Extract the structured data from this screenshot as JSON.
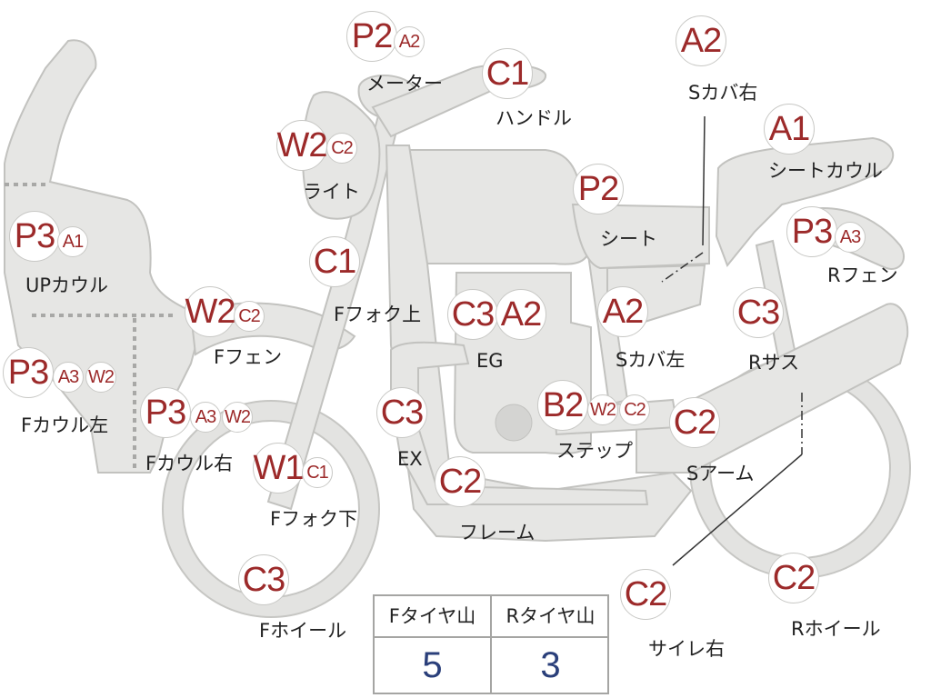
{
  "parts": [
    {
      "id": "meter",
      "label": "メーター",
      "grades": [
        "P2",
        "A2"
      ]
    },
    {
      "id": "handle",
      "label": "ハンドル",
      "grades": [
        "C1"
      ]
    },
    {
      "id": "s-cover-right",
      "label": "Sカバ右",
      "grades": [
        "A2"
      ]
    },
    {
      "id": "seat-cowl",
      "label": "シートカウル",
      "grades": [
        "A1"
      ]
    },
    {
      "id": "light",
      "label": "ライト",
      "grades": [
        "W2",
        "C2"
      ]
    },
    {
      "id": "seat",
      "label": "シート",
      "grades": [
        "P2"
      ]
    },
    {
      "id": "r-fender",
      "label": "Rフェン",
      "grades": [
        "P3",
        "A3"
      ]
    },
    {
      "id": "up-cowl",
      "label": "UPカウル",
      "grades": [
        "P3",
        "A1"
      ]
    },
    {
      "id": "f-fork-upper",
      "label": "Fフォク上",
      "grades": [
        "C1"
      ]
    },
    {
      "id": "f-fender",
      "label": "Fフェン",
      "grades": [
        "W2",
        "C2"
      ]
    },
    {
      "id": "engine",
      "label": "EG",
      "grades": [
        "C3",
        "A2"
      ]
    },
    {
      "id": "s-cover-left",
      "label": "Sカバ左",
      "grades": [
        "A2"
      ]
    },
    {
      "id": "r-suspension",
      "label": "Rサス",
      "grades": [
        "C3"
      ]
    },
    {
      "id": "f-cowl-left",
      "label": "Fカウル左",
      "grades": [
        "P3",
        "A3",
        "W2"
      ]
    },
    {
      "id": "f-cowl-right",
      "label": "Fカウル右",
      "grades": [
        "P3",
        "A3",
        "W2"
      ]
    },
    {
      "id": "exhaust",
      "label": "EX",
      "grades": [
        "C3"
      ]
    },
    {
      "id": "step",
      "label": "ステップ",
      "grades": [
        "B2",
        "W2",
        "C2"
      ]
    },
    {
      "id": "swing-arm",
      "label": "Sアーム",
      "grades": [
        "C2"
      ]
    },
    {
      "id": "f-fork-lower",
      "label": "Fフォク下",
      "grades": [
        "W1",
        "C1"
      ]
    },
    {
      "id": "frame",
      "label": "フレーム",
      "grades": [
        "C2"
      ]
    },
    {
      "id": "f-wheel",
      "label": "Fホイール",
      "grades": [
        "C3"
      ]
    },
    {
      "id": "silencer-right",
      "label": "サイレ右",
      "grades": [
        "C2"
      ]
    },
    {
      "id": "r-wheel",
      "label": "Rホイール",
      "grades": [
        "C2"
      ]
    }
  ],
  "tire_table": {
    "front_header": "Fタイヤ山",
    "rear_header": "Rタイヤ山",
    "front_value": "5",
    "rear_value": "3"
  },
  "colors": {
    "grade_text": "#9c2a2a",
    "tire_value": "#2a3f7a",
    "shape_fill": "#e6e6e4"
  }
}
